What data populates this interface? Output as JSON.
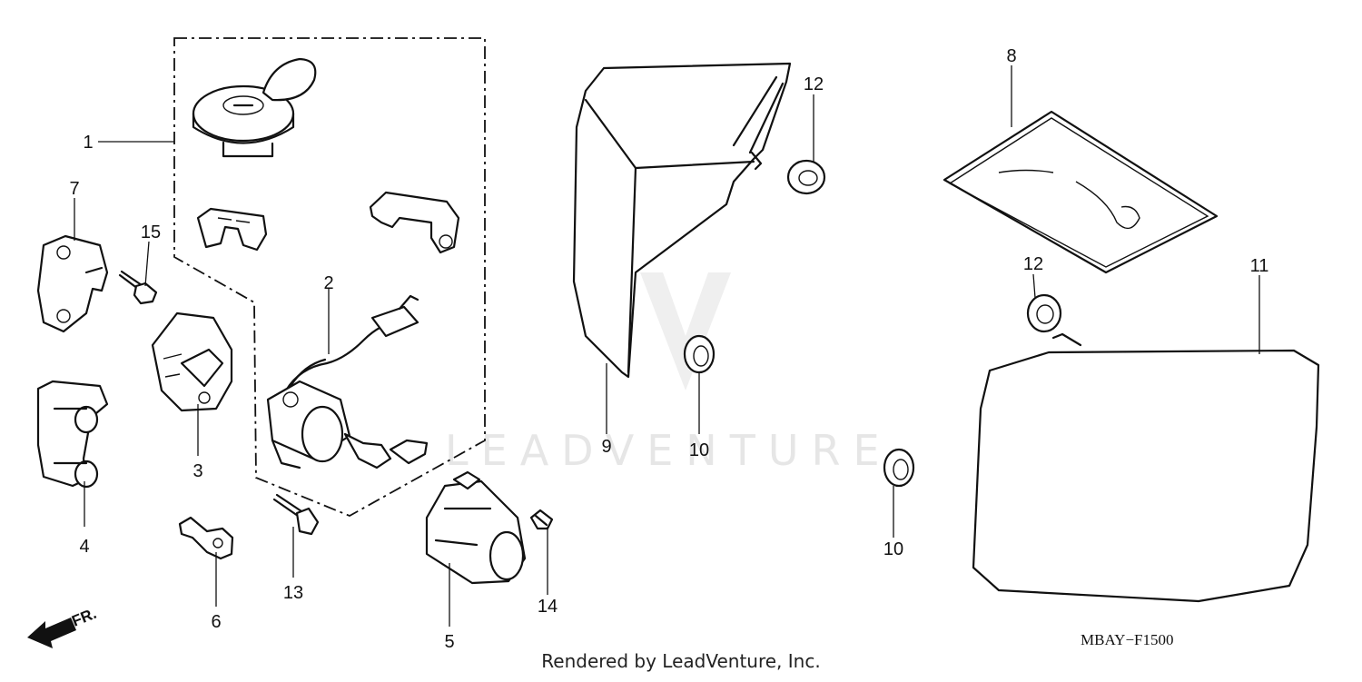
{
  "callouts": {
    "c1": "1",
    "c2": "2",
    "c3": "3",
    "c4": "4",
    "c5": "5",
    "c6": "6",
    "c7": "7",
    "c8": "8",
    "c9": "9",
    "c10a": "10",
    "c10b": "10",
    "c11": "11",
    "c12a": "12",
    "c12b": "12",
    "c13": "13",
    "c14": "14",
    "c15": "15"
  },
  "direction_label": "FR.",
  "diagram_code": "MBAY−F1500",
  "watermark": "LEADVENTURE",
  "footer": "Rendered by LeadVenture, Inc."
}
